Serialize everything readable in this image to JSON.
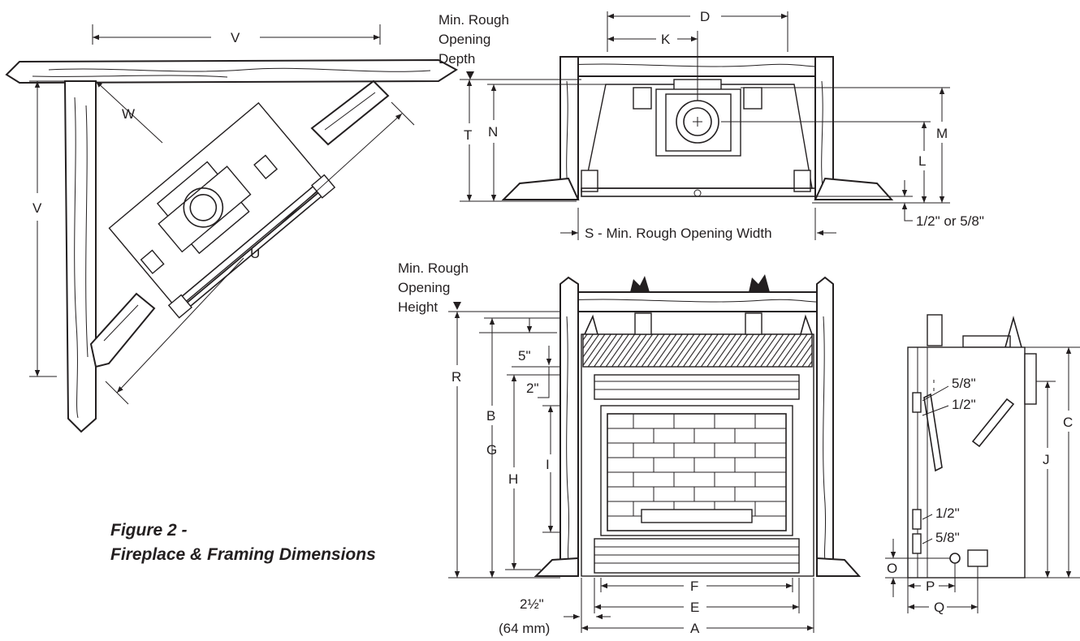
{
  "caption": {
    "line1": "Figure 2 -",
    "line2": "Fireplace & Framing Dimensions"
  },
  "labels": {
    "V": "V",
    "W": "W",
    "U": "U",
    "D": "D",
    "K": "K",
    "T": "T",
    "N": "N",
    "M": "M",
    "L": "L",
    "S": "S - Min. Rough Opening Width",
    "depth": [
      "Min. Rough",
      "Opening",
      "Depth"
    ],
    "height": [
      "Min. Rough",
      "Opening",
      "Height"
    ],
    "gap_top": "1/2\" or 5/8\"",
    "R": "R",
    "B": "B",
    "G": "G",
    "H": "H",
    "I": "I",
    "five": "5\"",
    "two": "2\"",
    "F": "F",
    "E": "E",
    "A": "A",
    "two_half": "2½\"",
    "mm": "(64 mm)",
    "C": "C",
    "J": "J",
    "O": "O",
    "P": "P",
    "Q": "Q",
    "five_eighths_top": "5/8\"",
    "half_top": "1/2\"",
    "half_bottom": "1/2\"",
    "five_eighths_bottom": "5/8\""
  },
  "icons": {
    "flue_marker": "crosshair-icon"
  }
}
